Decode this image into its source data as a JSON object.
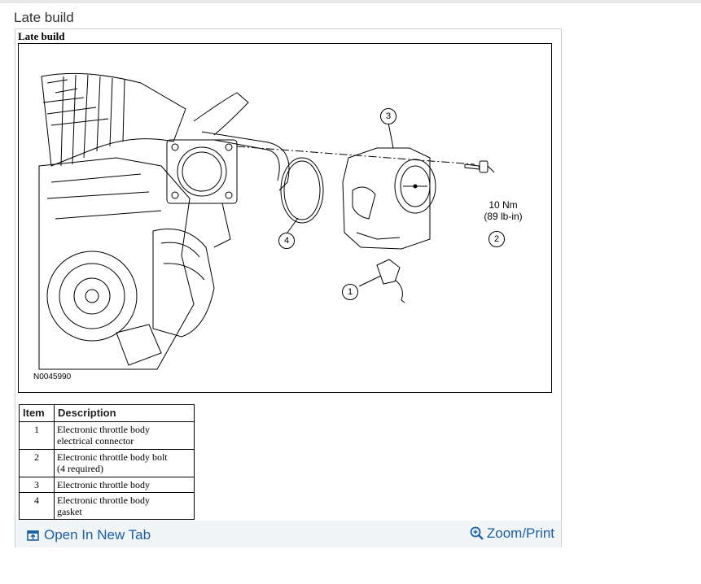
{
  "page": {
    "title": "Late build"
  },
  "figure": {
    "heading": "Late build",
    "code": "N0045990",
    "torque_line1": "10 Nm",
    "torque_line2": "(89 lb-in)",
    "callouts": [
      "1",
      "2",
      "3",
      "4"
    ]
  },
  "legend": {
    "headers": {
      "item": "Item",
      "description": "Description"
    },
    "rows": [
      {
        "item": "1",
        "line1": "Electronic throttle body",
        "line2": "electrical connector"
      },
      {
        "item": "2",
        "line1": "Electronic throttle body bolt",
        "line2": "(4 required)"
      },
      {
        "item": "3",
        "line1": "Electronic throttle body",
        "line2": ""
      },
      {
        "item": "4",
        "line1": "Electronic throttle body",
        "line2": "gasket"
      }
    ]
  },
  "actions": {
    "open_new_tab": "Open In New Tab",
    "zoom_print": "Zoom/Print"
  },
  "icons": {
    "open_tab": "open-in-new-tab-icon",
    "zoom": "magnifier-plus-icon"
  },
  "colors": {
    "link": "#1a5fa6",
    "footer_bg": "#f2f5f8"
  }
}
